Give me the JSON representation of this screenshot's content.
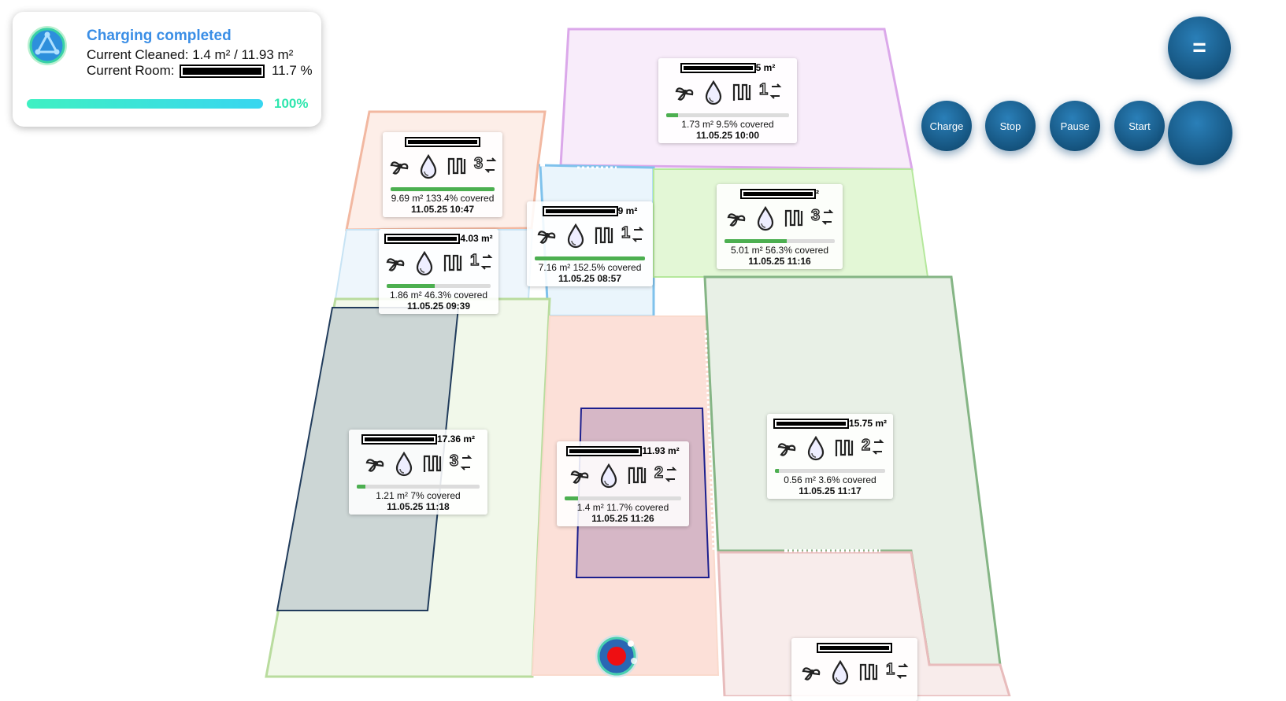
{
  "status": {
    "title": "Charging completed",
    "cleaned_label": "Current Cleaned:",
    "cleaned_value": "1.4 m² / 11.93 m²",
    "room_label": "Current Room:",
    "room_value": "11.7 %",
    "progress_label": "100%",
    "progress_fraction": 1.0,
    "colors": {
      "title": "#3a8ee6",
      "progress": "#2ee6ae"
    }
  },
  "controls": {
    "menu": "=",
    "charge": "Charge",
    "stop": "Stop",
    "pause": "Pause",
    "start": "Start"
  },
  "rooms": [
    {
      "id": "top-room",
      "title_suffix": "5 m²",
      "covered": "1.73 m² 9.5% covered",
      "date": "11.05.25 10:00",
      "fill": 0.095,
      "repeat": "1",
      "mop": "4"
    },
    {
      "id": "orange-room",
      "title_suffix": "",
      "covered": "9.69 m² 133.4% covered",
      "date": "11.05.25 10:47",
      "fill": 1.0,
      "repeat": "3",
      "mop": "3"
    },
    {
      "id": "blue-room",
      "title_suffix": "9 m²",
      "covered": "7.16 m² 152.5% covered",
      "date": "11.05.25 08:57",
      "fill": 1.0,
      "repeat": "1",
      "mop": "2"
    },
    {
      "id": "green-room",
      "title_suffix": "² ",
      "covered": "5.01 m² 56.3% covered",
      "date": "11.05.25 11:16",
      "fill": 0.563,
      "repeat": "3",
      "mop": "2"
    },
    {
      "id": "hall-room",
      "title_suffix": "4.03 m²",
      "covered": "1.86 m² 46.3% covered",
      "date": "11.05.25 09:39",
      "fill": 0.463,
      "repeat": "1",
      "mop": "2"
    },
    {
      "id": "left-room",
      "title_suffix": "17.36 m²",
      "covered": "1.21 m² 7% covered",
      "date": "11.05.25 11:18",
      "fill": 0.07,
      "repeat": "3",
      "mop": "4"
    },
    {
      "id": "current-room",
      "title_suffix": "11.93 m²",
      "covered": "1.4 m² 11.7% covered",
      "date": "11.05.25 11:26",
      "fill": 0.117,
      "repeat": "2",
      "mop": "2"
    },
    {
      "id": "kitchen-room",
      "title_suffix": "15.75 m²",
      "covered": "0.56 m² 3.6% covered",
      "date": "11.05.25 11:17",
      "fill": 0.036,
      "repeat": "2",
      "mop": "2"
    },
    {
      "id": "bottom-room",
      "title_suffix": "",
      "covered": "",
      "date": "",
      "fill": 0,
      "repeat": "1",
      "mop": "2"
    }
  ]
}
